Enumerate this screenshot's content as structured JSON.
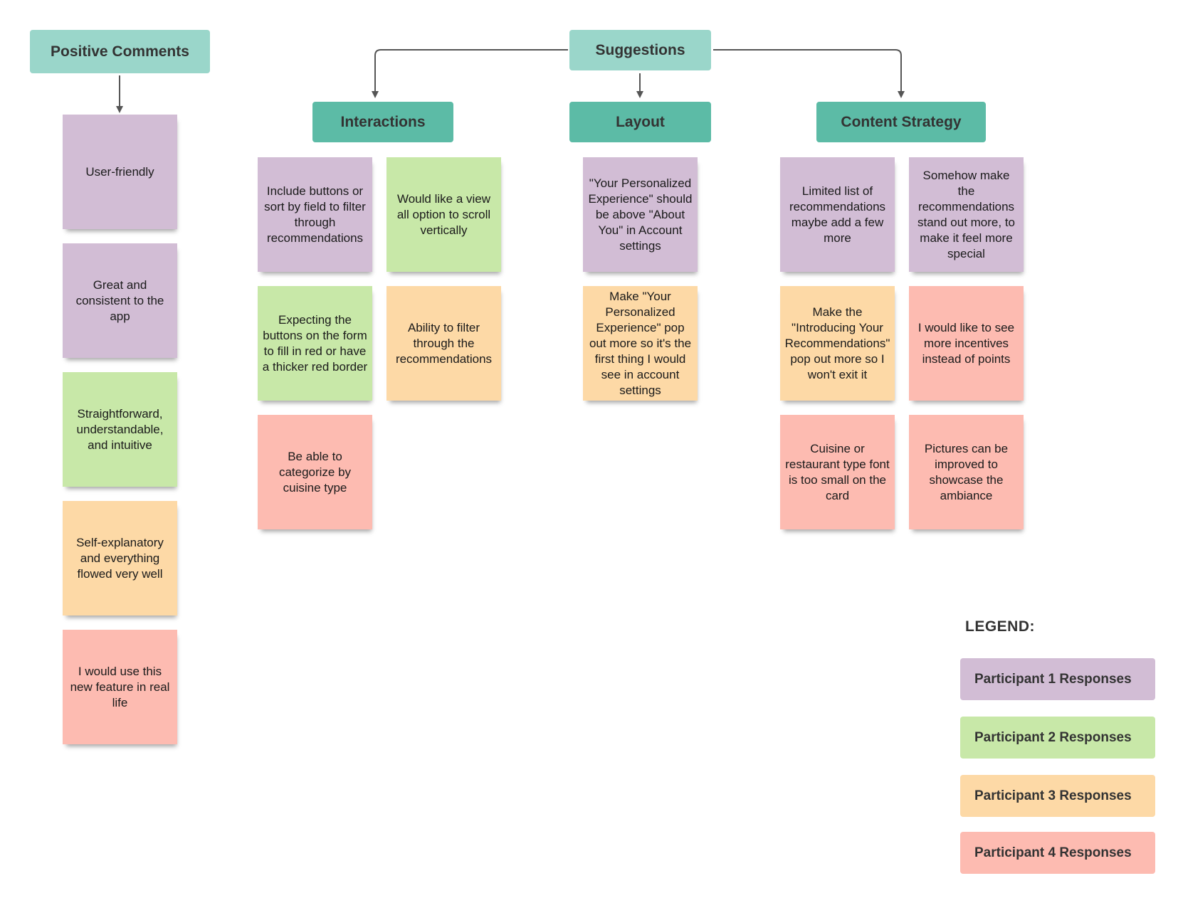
{
  "headers": {
    "positive_comments": "Positive Comments",
    "suggestions": "Suggestions",
    "interactions": "Interactions",
    "layout": "Layout",
    "content_strategy": "Content Strategy"
  },
  "positive_comments": [
    {
      "text": "User-friendly",
      "participant": 1
    },
    {
      "text": "Great and consistent to the app",
      "participant": 1
    },
    {
      "text": "Straightforward, understandable, and intuitive",
      "participant": 2
    },
    {
      "text": "Self-explanatory and everything flowed very well",
      "participant": 3
    },
    {
      "text": "I would use this new feature in real life",
      "participant": 4
    }
  ],
  "interactions": [
    {
      "text": "Include buttons or sort by field to filter through recommendations",
      "participant": 1
    },
    {
      "text": "Would like a view all option to scroll vertically",
      "participant": 2
    },
    {
      "text": "Expecting the buttons on the form to fill in red or have a thicker red border",
      "participant": 2
    },
    {
      "text": "Ability to filter through the recommendations",
      "participant": 3
    },
    {
      "text": "Be able to categorize by cuisine type",
      "participant": 4
    }
  ],
  "layout": [
    {
      "text": "\"Your Personalized Experience\" should be above \"About You\" in Account settings",
      "participant": 1
    },
    {
      "text": "Make \"Your Personalized Experience\" pop out more so it's the first thing I would see in account settings",
      "participant": 3
    }
  ],
  "content_strategy": [
    {
      "text": "Limited list of recommendations maybe add a few more",
      "participant": 1
    },
    {
      "text": "Somehow make the recommendations stand out more, to make it feel more special",
      "participant": 1
    },
    {
      "text": "Make the \"Introducing Your Recommendations\" pop out more so I won't exit it",
      "participant": 3
    },
    {
      "text": "I would like to see more incentives instead of points",
      "participant": 4
    },
    {
      "text": "Cuisine or restaurant type font is too small on the card",
      "participant": 4
    },
    {
      "text": "Pictures can be improved to showcase the ambiance",
      "participant": 4
    }
  ],
  "legend": {
    "title": "LEGEND:",
    "items": [
      {
        "label": "Participant 1 Responses",
        "color": "#d2bdd5"
      },
      {
        "label": "Participant 2 Responses",
        "color": "#c8e8a8"
      },
      {
        "label": "Participant 3 Responses",
        "color": "#fdd9a6"
      },
      {
        "label": "Participant 4 Responses",
        "color": "#fdbbb1"
      }
    ]
  },
  "colors": {
    "header_light": "#9ad6ca",
    "header_dark": "#5cbba6",
    "connector": "#555555"
  }
}
